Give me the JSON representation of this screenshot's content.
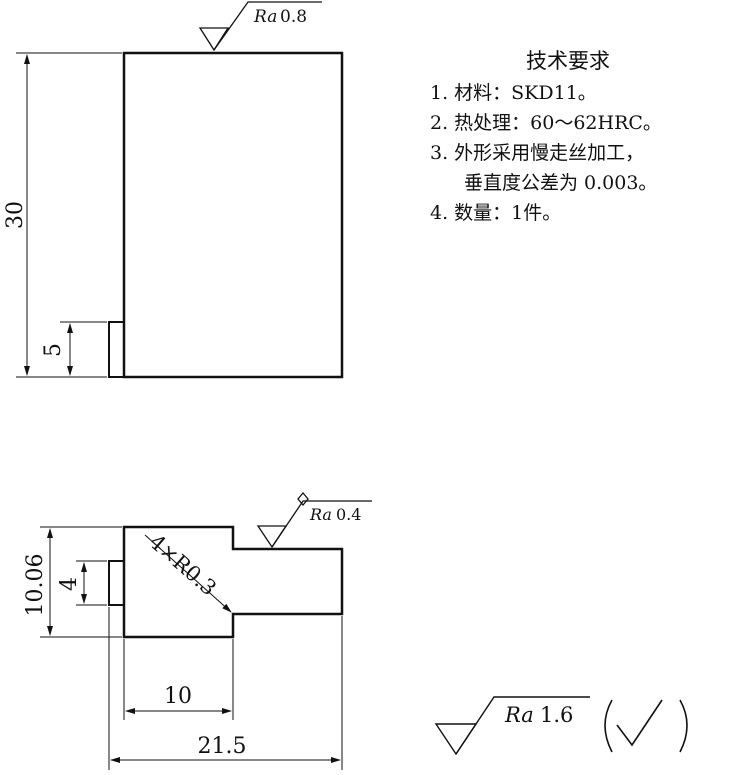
{
  "dimensions": {
    "height_total": "30",
    "height_step": "5",
    "height_part": "10.06",
    "height_slot": "4",
    "corner_radius": "4×R0.3",
    "width_slot": "10",
    "width_total": "21.5"
  },
  "roughness": {
    "top": {
      "prefix": "Ra",
      "value": "0.8"
    },
    "slot": {
      "prefix": "Ra",
      "value": "0.4"
    },
    "general": {
      "prefix": "Ra",
      "value": "1.6"
    }
  },
  "requirements": {
    "title": "技术要求",
    "items": [
      "1. 材料：SKD11。",
      "2. 热处理：60～62HRC。",
      "3. 外形采用慢走丝加工，",
      "垂直度公差为 0.003。",
      "4. 数量：1件。"
    ]
  },
  "colors": {
    "line": "#111111",
    "background": "#ffffff"
  }
}
